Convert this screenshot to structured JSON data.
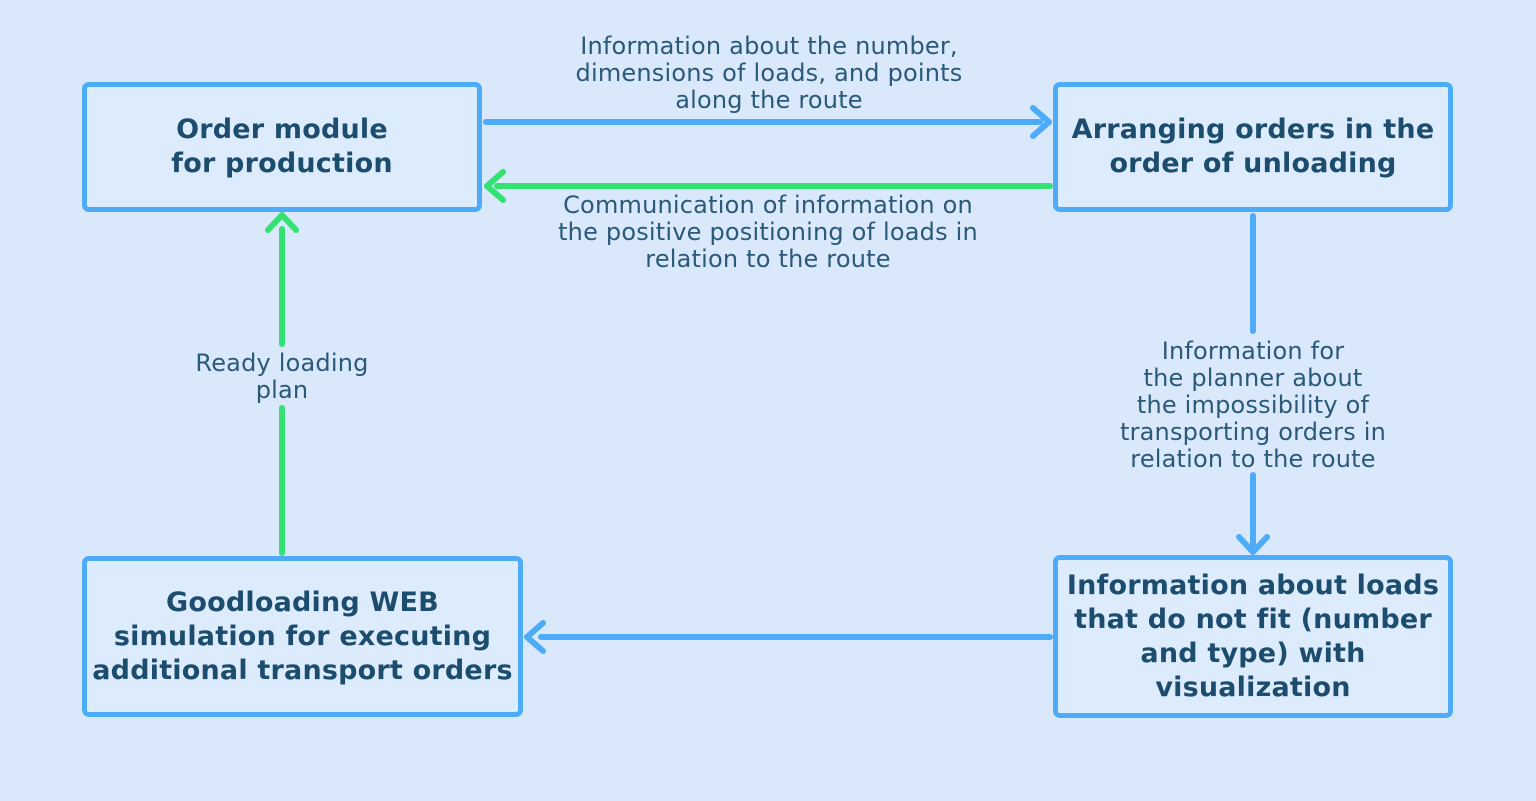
{
  "diagram": {
    "colors": {
      "background": "#d9e8fa",
      "node_fill": "#ddecfc",
      "node_border": "#4dabf7",
      "arrow_blue": "#4dabf7",
      "arrow_green": "#33e273",
      "title_text": "#1d4d6e",
      "label_text": "#2b5979"
    },
    "nodes": [
      {
        "id": "order-module",
        "lines": [
          "Order module",
          "for production"
        ]
      },
      {
        "id": "arranging-orders",
        "lines": [
          "Arranging orders in the",
          "order of unloading"
        ]
      },
      {
        "id": "loads-not-fit",
        "lines": [
          "Information about loads",
          "that do not fit (number",
          "and type) with",
          "visualization"
        ]
      },
      {
        "id": "goodloading-web",
        "lines": [
          "Goodloading WEB",
          "simulation for executing",
          "additional transport orders"
        ]
      }
    ],
    "edge_labels": [
      {
        "id": "info-number-dimensions",
        "lines": [
          "Information about the number,",
          "dimensions of loads, and points",
          "along the route"
        ]
      },
      {
        "id": "communication-positioning",
        "lines": [
          "Communication of information on",
          "the positive positioning of loads in",
          "relation to the route"
        ]
      },
      {
        "id": "info-planner",
        "lines": [
          "Information for",
          "the planner about",
          "the impossibility of",
          "transporting orders in",
          "relation to the route"
        ]
      },
      {
        "id": "ready-loading-plan",
        "lines": [
          "Ready loading",
          "plan"
        ]
      }
    ]
  }
}
